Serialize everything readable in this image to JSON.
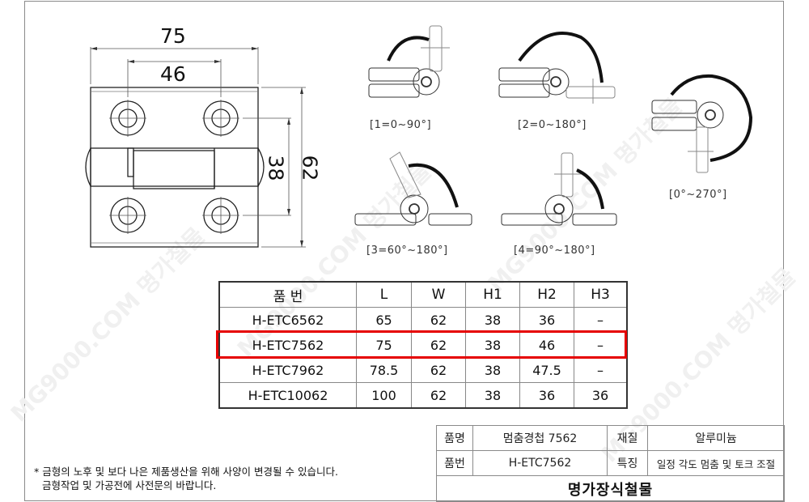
{
  "drawing": {
    "dimensions": {
      "overall_width": "75",
      "hole_spacing_width": "46",
      "hole_spacing_height": "38",
      "overall_height": "62"
    },
    "rotation_diagrams": [
      {
        "caption": "[1=0~90°]"
      },
      {
        "caption": "[2=0~180°]"
      },
      {
        "caption": "[3=60°~180°]"
      },
      {
        "caption": "[4=90°~180°]"
      },
      {
        "caption": "[0°~270°]"
      }
    ]
  },
  "spec_table": {
    "headers": [
      "품 번",
      "L",
      "W",
      "H1",
      "H2",
      "H3"
    ],
    "rows": [
      {
        "part_no": "H-ETC6562",
        "L": "65",
        "W": "62",
        "H1": "38",
        "H2": "36",
        "H3": "–"
      },
      {
        "part_no": "H-ETC7562",
        "L": "75",
        "W": "62",
        "H1": "38",
        "H2": "46",
        "H3": "–",
        "highlighted": true
      },
      {
        "part_no": "H-ETC7962",
        "L": "78.5",
        "W": "62",
        "H1": "38",
        "H2": "47.5",
        "H3": "–"
      },
      {
        "part_no": "H-ETC10062",
        "L": "100",
        "W": "62",
        "H1": "38",
        "H2": "36",
        "H3": "36"
      }
    ],
    "highlight_color": "#e60000"
  },
  "notes": {
    "line1": "* 금형의 노후 및 보다 나은 제품생산을 위해 사양이 변경될 수 있습니다.",
    "line2": "금형작업 및 가공전에 사전문의 바랍니다."
  },
  "info_table": {
    "product_name_label": "품명",
    "product_name": "멈춤경첩 7562",
    "material_label": "재질",
    "material": "알루미늄",
    "part_no_label": "품번",
    "part_no": "H-ETC7562",
    "feature_label": "특징",
    "feature": "일정 각도 멈춤 및 토크 조절",
    "company": "명가장식철물"
  },
  "watermark": "MG9000.COM 명가철물"
}
